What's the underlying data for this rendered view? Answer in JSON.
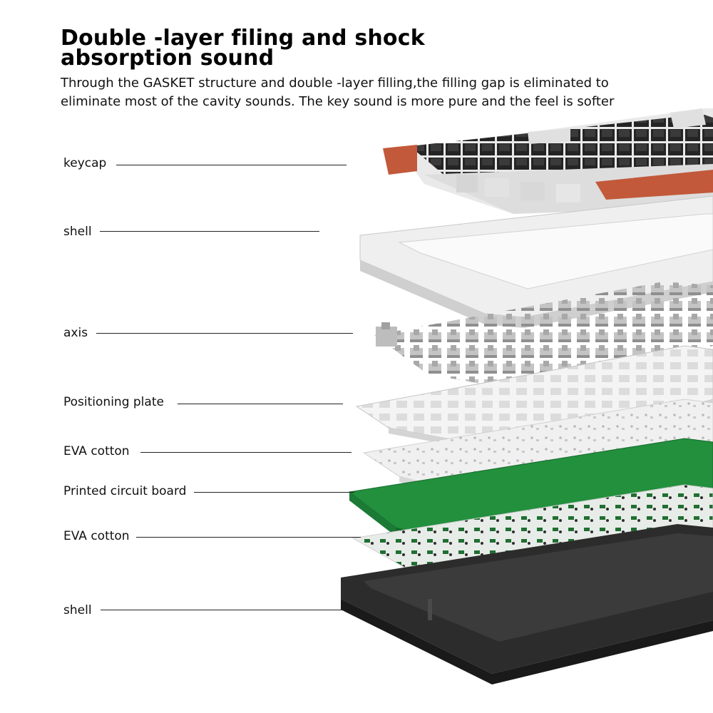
{
  "header": {
    "title_line1": "Double -layer filing and shock",
    "title_line2": "absorption sound",
    "subtitle_line1": "Through the GASKET structure and double -layer filling,the filling gap is eliminated to",
    "subtitle_line2": "eliminate most of the cavity sounds. The key sound is more pure and the feel is softer"
  },
  "layers": [
    {
      "label": "keycap"
    },
    {
      "label": "shell"
    },
    {
      "label": "axis"
    },
    {
      "label": "Positioning plate"
    },
    {
      "label": "EVA cotton"
    },
    {
      "label": "Printed circuit board"
    },
    {
      "label": "EVA cotton"
    },
    {
      "label": "shell"
    }
  ],
  "colors": {
    "background": "#ffffff",
    "keycap_black": "#1c1c1c",
    "keycap_grey": "#e4e4e4",
    "keycap_accent": "#c2593a",
    "frame_white": "#ececec",
    "switch_grey": "#b9b9b9",
    "plate_white": "#f2f2f2",
    "pcb_green": "#1e8a3a",
    "bottom_shell": "#2a2a2a"
  }
}
